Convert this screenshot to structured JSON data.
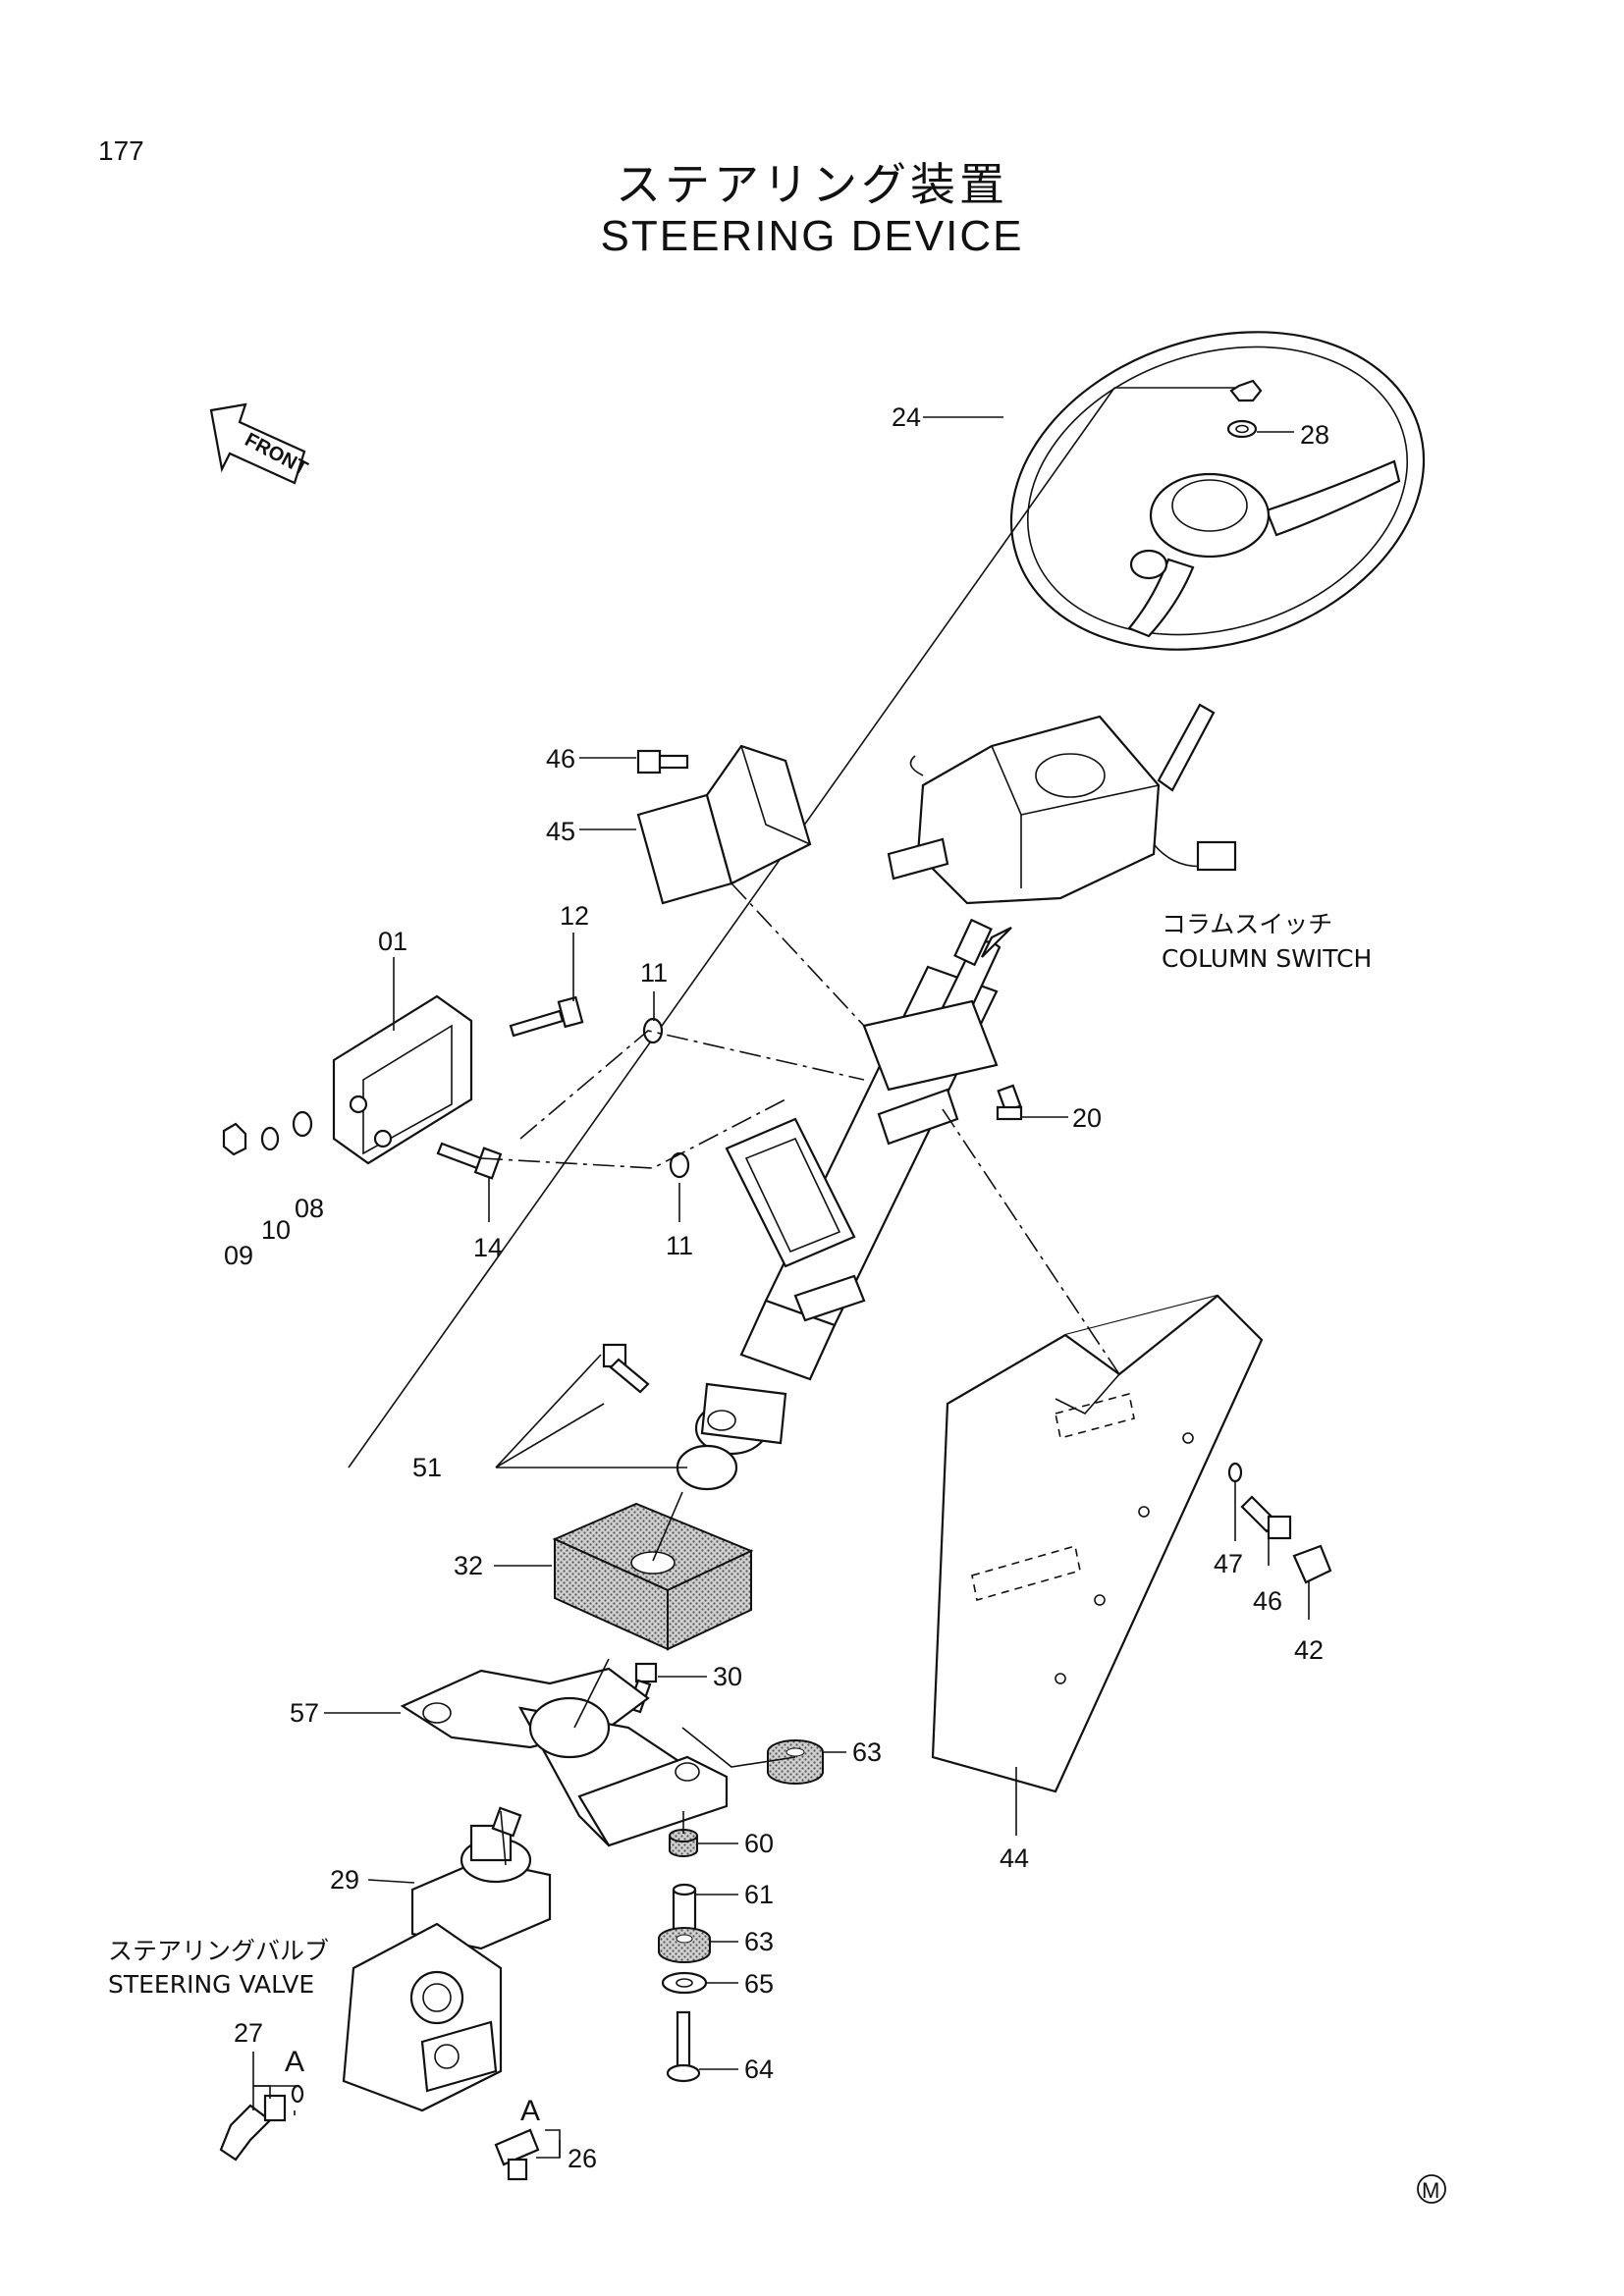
{
  "page_number": "177",
  "title_jp": "ステアリング装置",
  "title_en": "STEERING DEVICE",
  "front_label": "FRONT",
  "column_switch": {
    "jp": "コラムスイッチ",
    "en": "COLUMN SWITCH"
  },
  "steering_valve": {
    "jp": "ステアリングバルブ",
    "en": "STEERING VALVE"
  },
  "marker_a": "A",
  "mark_symbol": "M",
  "part_labels": [
    "24",
    "28",
    "46",
    "45",
    "12",
    "01",
    "11",
    "20",
    "09",
    "10",
    "08",
    "14",
    "11",
    "51",
    "32",
    "30",
    "47",
    "46",
    "42",
    "57",
    "63",
    "60",
    "61",
    "63",
    "65",
    "64",
    "44",
    "29",
    "27",
    "26"
  ]
}
